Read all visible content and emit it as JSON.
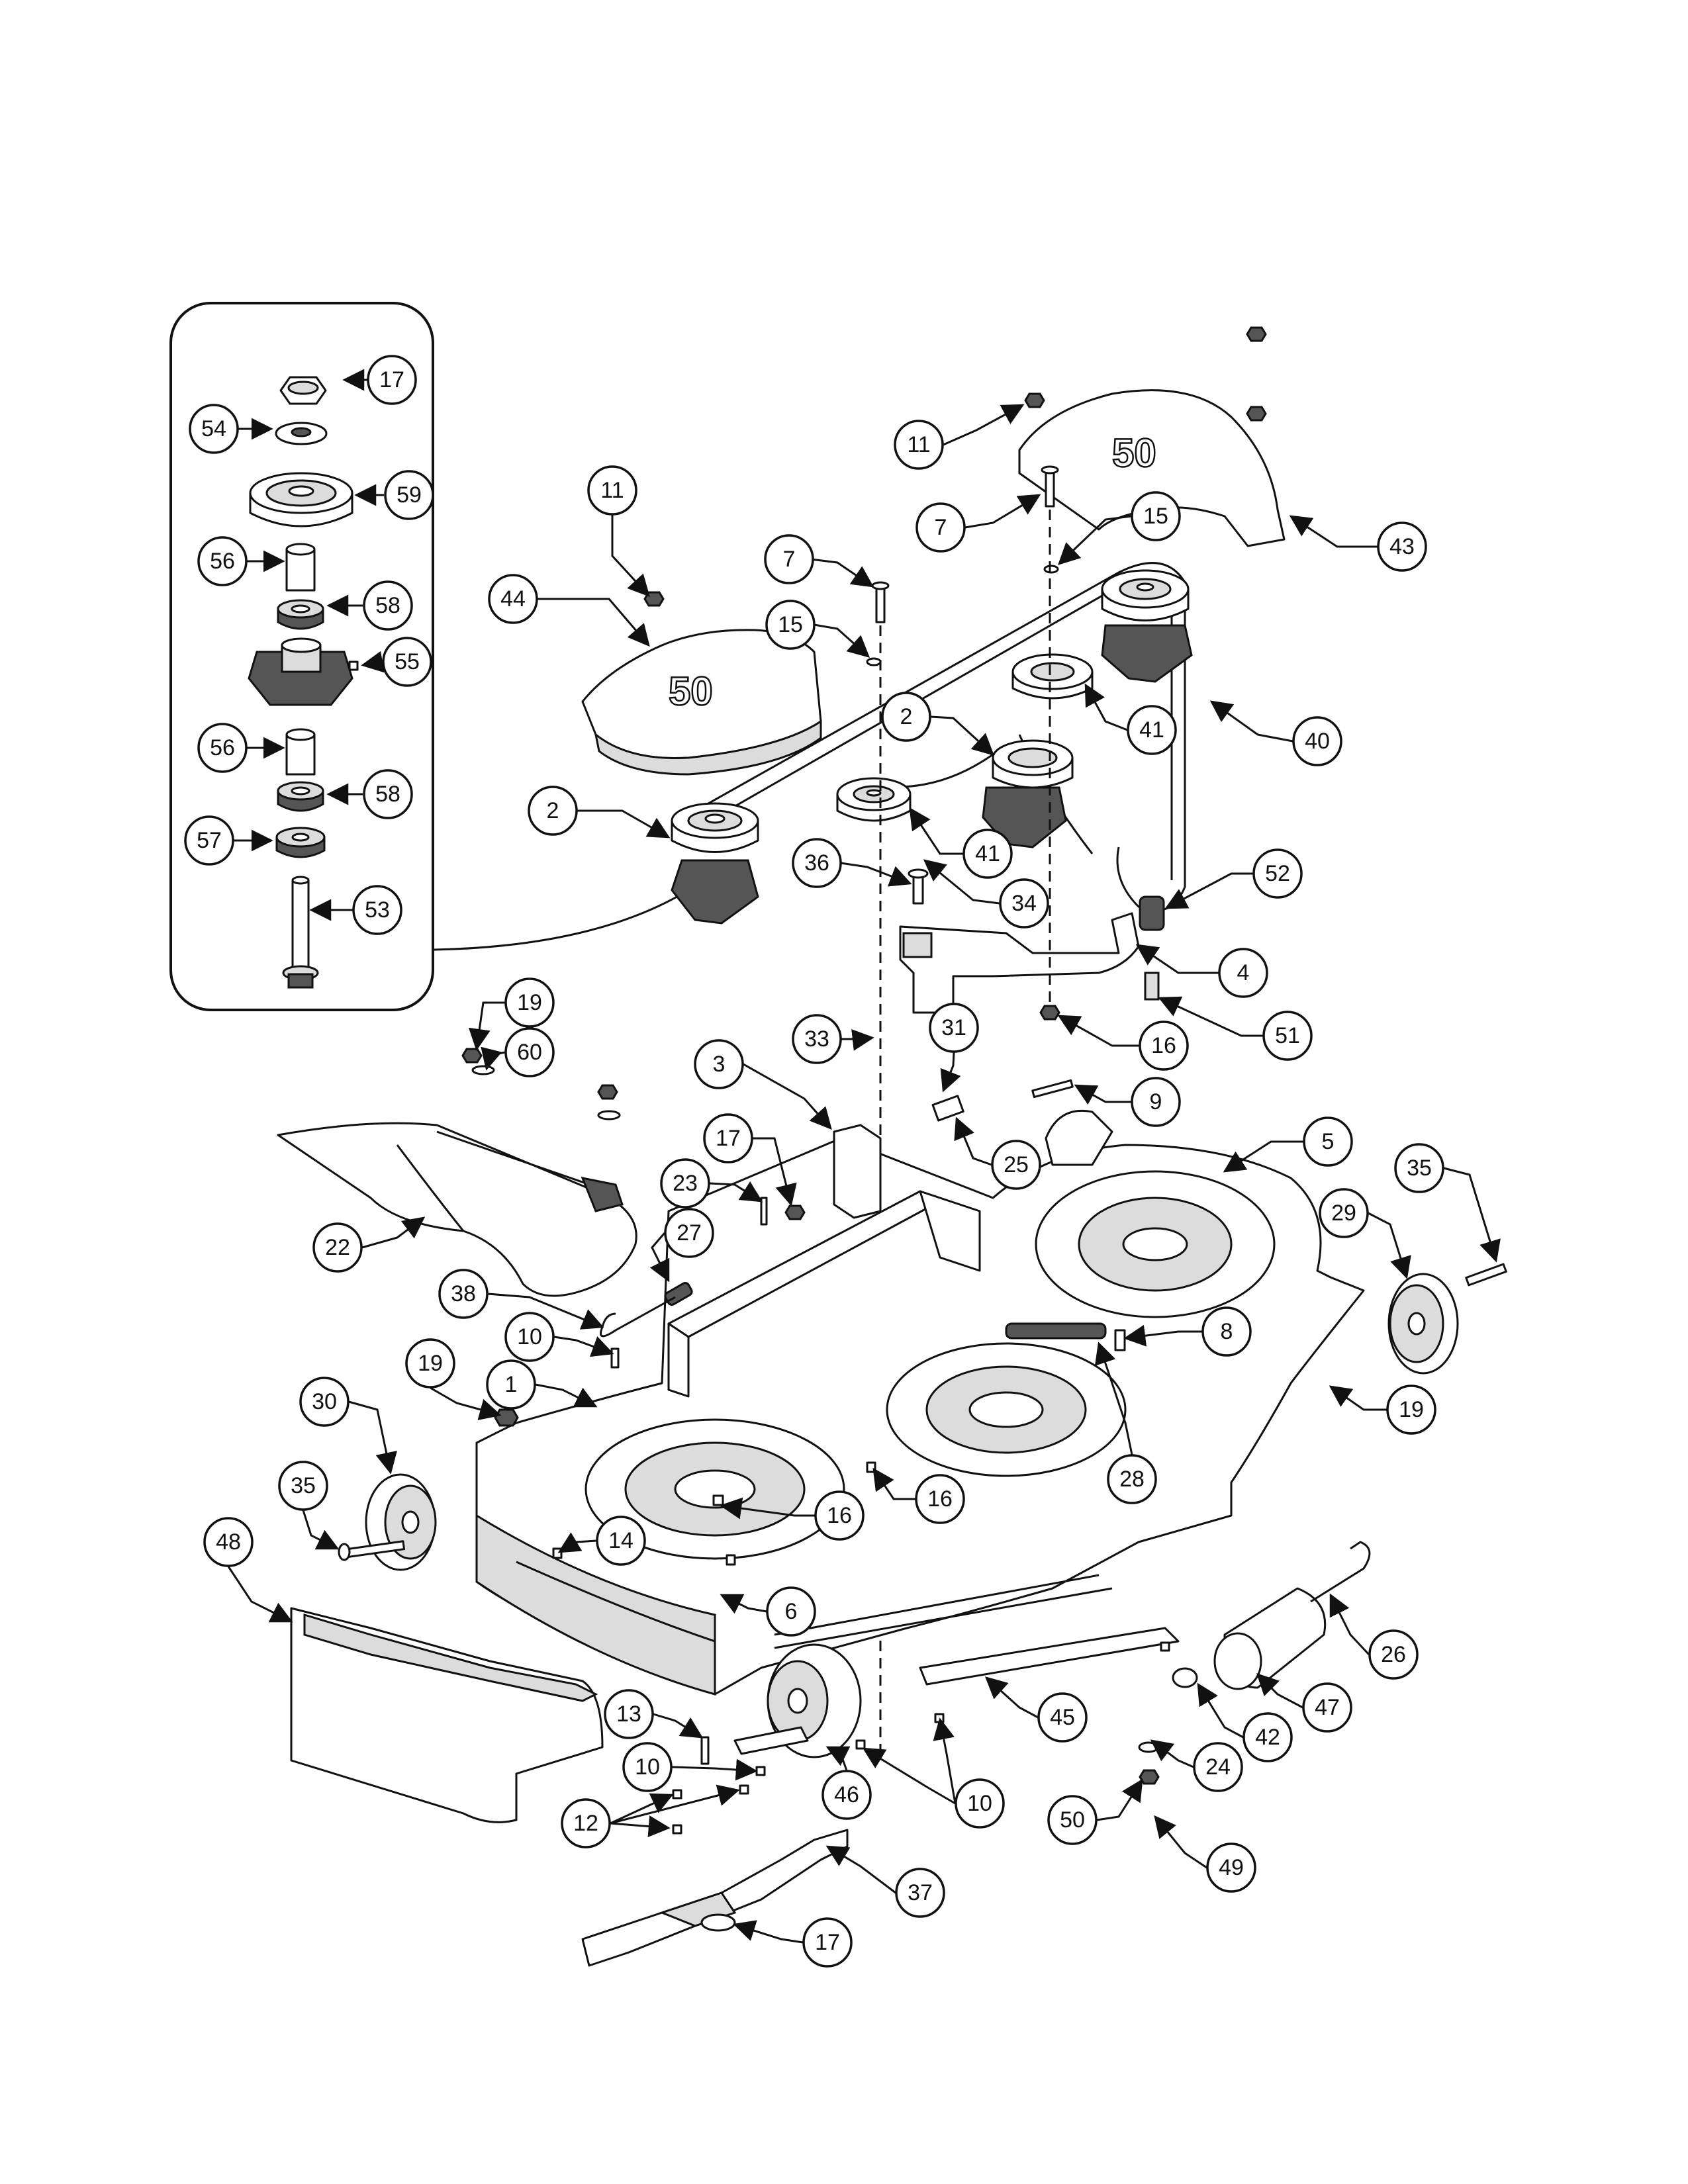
{
  "diagram": {
    "stencil_text": "50",
    "callouts": [
      {
        "id": "c17a",
        "label": "17"
      },
      {
        "id": "c54",
        "label": "54"
      },
      {
        "id": "c59",
        "label": "59"
      },
      {
        "id": "c56a",
        "label": "56"
      },
      {
        "id": "c58a",
        "label": "58"
      },
      {
        "id": "c55",
        "label": "55"
      },
      {
        "id": "c56b",
        "label": "56"
      },
      {
        "id": "c58b",
        "label": "58"
      },
      {
        "id": "c57",
        "label": "57"
      },
      {
        "id": "c53",
        "label": "53"
      },
      {
        "id": "c11a",
        "label": "11"
      },
      {
        "id": "c11b",
        "label": "11"
      },
      {
        "id": "c43",
        "label": "43"
      },
      {
        "id": "c7a",
        "label": "7"
      },
      {
        "id": "c7b",
        "label": "7"
      },
      {
        "id": "c15a",
        "label": "15"
      },
      {
        "id": "c15b",
        "label": "15"
      },
      {
        "id": "c44",
        "label": "44"
      },
      {
        "id": "c2a",
        "label": "2"
      },
      {
        "id": "c2b",
        "label": "2"
      },
      {
        "id": "c41a",
        "label": "41"
      },
      {
        "id": "c41b",
        "label": "41"
      },
      {
        "id": "c40",
        "label": "40"
      },
      {
        "id": "c36",
        "label": "36"
      },
      {
        "id": "c34",
        "label": "34"
      },
      {
        "id": "c52",
        "label": "52"
      },
      {
        "id": "c4",
        "label": "4"
      },
      {
        "id": "c51",
        "label": "51"
      },
      {
        "id": "c16a",
        "label": "16"
      },
      {
        "id": "c19a",
        "label": "19"
      },
      {
        "id": "c60",
        "label": "60"
      },
      {
        "id": "c33",
        "label": "33"
      },
      {
        "id": "c31",
        "label": "31"
      },
      {
        "id": "c3",
        "label": "3"
      },
      {
        "id": "c9",
        "label": "9"
      },
      {
        "id": "c25",
        "label": "25"
      },
      {
        "id": "c5",
        "label": "5"
      },
      {
        "id": "c17b",
        "label": "17"
      },
      {
        "id": "c23",
        "label": "23"
      },
      {
        "id": "c35a",
        "label": "35"
      },
      {
        "id": "c29",
        "label": "29"
      },
      {
        "id": "c22",
        "label": "22"
      },
      {
        "id": "c27",
        "label": "27"
      },
      {
        "id": "c38",
        "label": "38"
      },
      {
        "id": "c8",
        "label": "8"
      },
      {
        "id": "c10a",
        "label": "10"
      },
      {
        "id": "c19b",
        "label": "19"
      },
      {
        "id": "c1",
        "label": "1"
      },
      {
        "id": "c19c",
        "label": "19"
      },
      {
        "id": "c30",
        "label": "30"
      },
      {
        "id": "c28",
        "label": "28"
      },
      {
        "id": "c35b",
        "label": "35"
      },
      {
        "id": "c16b",
        "label": "16"
      },
      {
        "id": "c16c",
        "label": "16"
      },
      {
        "id": "c48",
        "label": "48"
      },
      {
        "id": "c14",
        "label": "14"
      },
      {
        "id": "c6",
        "label": "6"
      },
      {
        "id": "c26",
        "label": "26"
      },
      {
        "id": "c45",
        "label": "45"
      },
      {
        "id": "c47",
        "label": "47"
      },
      {
        "id": "c42",
        "label": "42"
      },
      {
        "id": "c13",
        "label": "13"
      },
      {
        "id": "c24",
        "label": "24"
      },
      {
        "id": "c10b",
        "label": "10"
      },
      {
        "id": "c46",
        "label": "46"
      },
      {
        "id": "c10c",
        "label": "10"
      },
      {
        "id": "c12",
        "label": "12"
      },
      {
        "id": "c50",
        "label": "50"
      },
      {
        "id": "c49",
        "label": "49"
      },
      {
        "id": "c37",
        "label": "37"
      },
      {
        "id": "c17c",
        "label": "17"
      }
    ]
  }
}
